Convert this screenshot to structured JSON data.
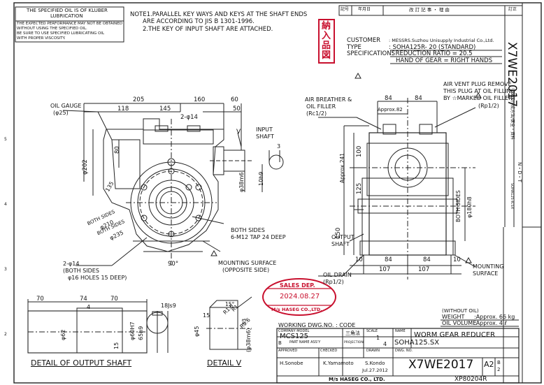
{
  "lubrication_box": {
    "line1": "THE SPECIFIED OIL IS OF KLUBER",
    "line2": "LUBRICATION",
    "line3": "THE EXPECTED PERFORMANCE MAY NOT BE OBTAINED",
    "line4": "WITHOUT USING THE SPECIFIED OIL.",
    "line5": "BE SURE TO USE SPECIFIED LUBRICATING OIL",
    "line6": "WITH PROPER VISCOSITY."
  },
  "notes": {
    "n1a": "NOTE1.PARALLEL KEY WAYS AND KEYS AT THE SHAFT ENDS",
    "n1b": "ARE ACCORDING TO JIS B 1301-1996.",
    "n2": "2.THE KEY OF INPUT SHAFT ARE ATTACHED."
  },
  "delivery_stamp": {
    "c1": "納",
    "c2": "入",
    "c3": "品",
    "c4": "図"
  },
  "revision_header": {
    "mark": "記号",
    "date": "年月日",
    "content": "改 訂 記 事 ・ 理 由",
    "sign": "訂正"
  },
  "spec": {
    "customer_label": "CUSTOMER",
    "customer_value": ": MESSRS.Suzhou Unisupply Industrial Co.,Ltd.",
    "type_label": "TYPE",
    "type_value": ": SOHA125R- 20    (STANDARD)",
    "spec_label": "SPECIFICATIONS",
    "spec_value": ": REDUCTION RATIO = 20.5",
    "hand_value": "HAND OF GEAR = RIGHT HANDS"
  },
  "side_title": "X7WE2017",
  "side_notes": {
    "col1": "図面作成方法/保全・資料",
    "col2": "N・D・T",
    "col3": "SOHA125-R.SX"
  },
  "front_view": {
    "oil_gauge": "OIL GAUGE",
    "oil_gauge_dia": "(φ25)",
    "dim_205": "205",
    "dim_160": "160",
    "dim_60": "60",
    "dim_118": "118",
    "dim_145": "145",
    "dim_50": "50",
    "dim_2phi14": "2-φ14",
    "v_mark": "V",
    "input_shaft_1": "INPUT",
    "input_shaft_2": "SHAFT",
    "dim_3": "3",
    "dim_80": "80",
    "dim_202": "φ202",
    "dim_135": "135",
    "dim_38m6": "φ38m6",
    "dim_10h9": "10h9",
    "both_sides_a": "BOTH SIDES",
    "dim_210": "φ210",
    "both_sides_b": "BOTH SIDES",
    "dim_235": "φ235",
    "both_sides_c": "BOTH SIDES",
    "tap_note": "6-M12 TAP 24 DEEP",
    "holes_a": "2-φ14",
    "holes_b": "(BOTH SIDES",
    "holes_c": "φ16 HOLES 15 DEEP)",
    "angle_90": "90°",
    "mounting_1": "MOUNTING SURFACE",
    "mounting_2": "(OPPOSITE SIDE)"
  },
  "side_view": {
    "air_breather_1": "AIR BREATHER &",
    "air_breather_2": "OIL FILLER",
    "air_breather_3": "(Rc1/2)",
    "dim_84a": "84",
    "dim_84b": "84",
    "dim_82": "Approx.82",
    "vent_1": "AIR VENT PLUG REMOVE",
    "vent_2": "THIS PLUG AT OIL FILLING",
    "vent_3": "BY ☆MARKED OIL FILLER",
    "vent_4": "(Rp1/2)",
    "dim_241": "Approx.241",
    "dim_100": "100",
    "dim_125": "125",
    "dim_150": "150",
    "dim_both": "BOTH SIDES",
    "dim_180": "φ180h8",
    "output_1": "OUTPUT",
    "output_2": "SHAFT",
    "oil_drain_1": "OIL DRAIN",
    "oil_drain_2": "(Rp1/2)",
    "dim_10a": "10",
    "dim_84c": "84",
    "dim_84d": "84",
    "dim_10b": "10",
    "dim_107a": "107",
    "dim_107b": "107",
    "mounting_1": "MOUNTING",
    "mounting_2": "SURFACE"
  },
  "detail_output": {
    "title": "DETAIL OF OUTPUT SHAFT",
    "d70a": "70",
    "d74": "74",
    "d70b": "70",
    "d4": "4",
    "d15": "15",
    "d62": "φ62",
    "d60h7": "φ60H7",
    "d65h9": "65h9"
  },
  "detail_v": {
    "title": "DETAIL V",
    "d18": "18Js9",
    "d45": "φ45",
    "d15": "15",
    "d33": "33",
    "d38": "(φ38m6)",
    "r16": "R1.6",
    "r1": "R1",
    "r06": "R0.6",
    "c15": "15°"
  },
  "sales_stamp": {
    "top": "SALES DEP.",
    "date": "2024.08.27",
    "bottom": "M/s HASEG CO.,LTD."
  },
  "oil_info": {
    "without": "(WITHOUT OIL)",
    "weight_label": "WEIGHT",
    "weight_value": ":Approx. 66 kg",
    "vol_label": "OIL VOLUME",
    "vol_value": ":Approx. 4 ℓ"
  },
  "title_block": {
    "working": "WORKING DWG.NO. : CODE",
    "model_hdr": "COMPANY MODEL",
    "model": "MCS125",
    "model_b": "B",
    "part_hdr": "PART NAME ASS'Y",
    "projection": "三角法",
    "projection_en": "PROJECTION",
    "scale_hdr": "SCALE",
    "scale_a": "1",
    "scale_b": "4",
    "name_hdr": "NAME",
    "name1": "WORM GEAR REDUCER",
    "name2": "SOHA125.SX",
    "approved_hdr": "APPROVED",
    "approved": "H.Sonobe",
    "checked_hdr": "CHECKED",
    "checked": "K.Yamamoto",
    "drawn_hdr": "DRAWN",
    "drawn": "S.Kondo",
    "drawn_date": "Jul.27.2012",
    "dwg_hdr": "DWG. NO.",
    "dwg_no": "X7WE2017",
    "suffix": "A2",
    "sheet_a": "B",
    "sheet_b": "2",
    "company": "M/s HASEG CO., LTD.",
    "xp": "XP80204R"
  },
  "margin_marks": {
    "m1": "5",
    "m2": "4",
    "m3": "3",
    "m4": "2"
  }
}
